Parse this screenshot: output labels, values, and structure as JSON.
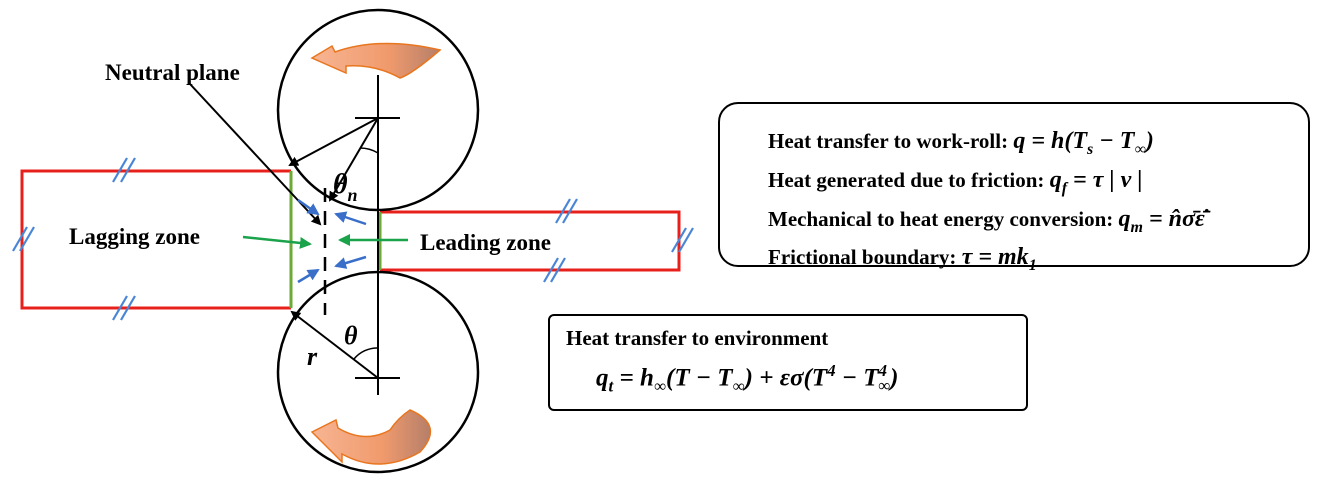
{
  "labels": {
    "neutral_plane": "Neutral plane",
    "lagging_zone": "Lagging zone",
    "leading_zone": "Leading zone",
    "theta_n": "θ",
    "theta_n_sub": "n",
    "theta": "θ",
    "r": "r"
  },
  "legend": {
    "row1_text": "Heat transfer to work-roll: ",
    "row1_eq": "q = h(T",
    "row1_sub": "s",
    "row1_eq2": " − T",
    "row1_sub2": "∞",
    "row1_eq3": ")",
    "row2_text": "Heat generated due to friction: ",
    "row2_eq": "q",
    "row2_sub": "f",
    "row2_eq2": " = τ | v |",
    "row3_text": "Mechanical to heat energy conversion: ",
    "row3_eq": "q",
    "row3_sub": "m",
    "row3_eq2": " = n̂σ̄ε̄̇",
    "row4_text": "Frictional boundary: ",
    "row4_eq": "τ = mk",
    "row4_sub": "1"
  },
  "env": {
    "title": "Heat transfer to environment",
    "q": "q",
    "q_sub": "t",
    "eq1": " = h",
    "h_sub": "∞",
    "eq2": "(T − T",
    "t_sub": "∞",
    "eq3": ") + εσ(T",
    "sup4": "4",
    "eq4": " − T",
    "sup4b": "4",
    "sub_inf": "∞",
    "eq5": ")"
  },
  "colors": {
    "workpiece": "#e8201c",
    "contact": "#6aaa35",
    "arrow_green": "#1aa34a",
    "arrow_blue": "#3a6fc9",
    "hatch": "#4a86d6",
    "rotation": "#f3a07a",
    "rotation_dark": "#e8761f"
  }
}
